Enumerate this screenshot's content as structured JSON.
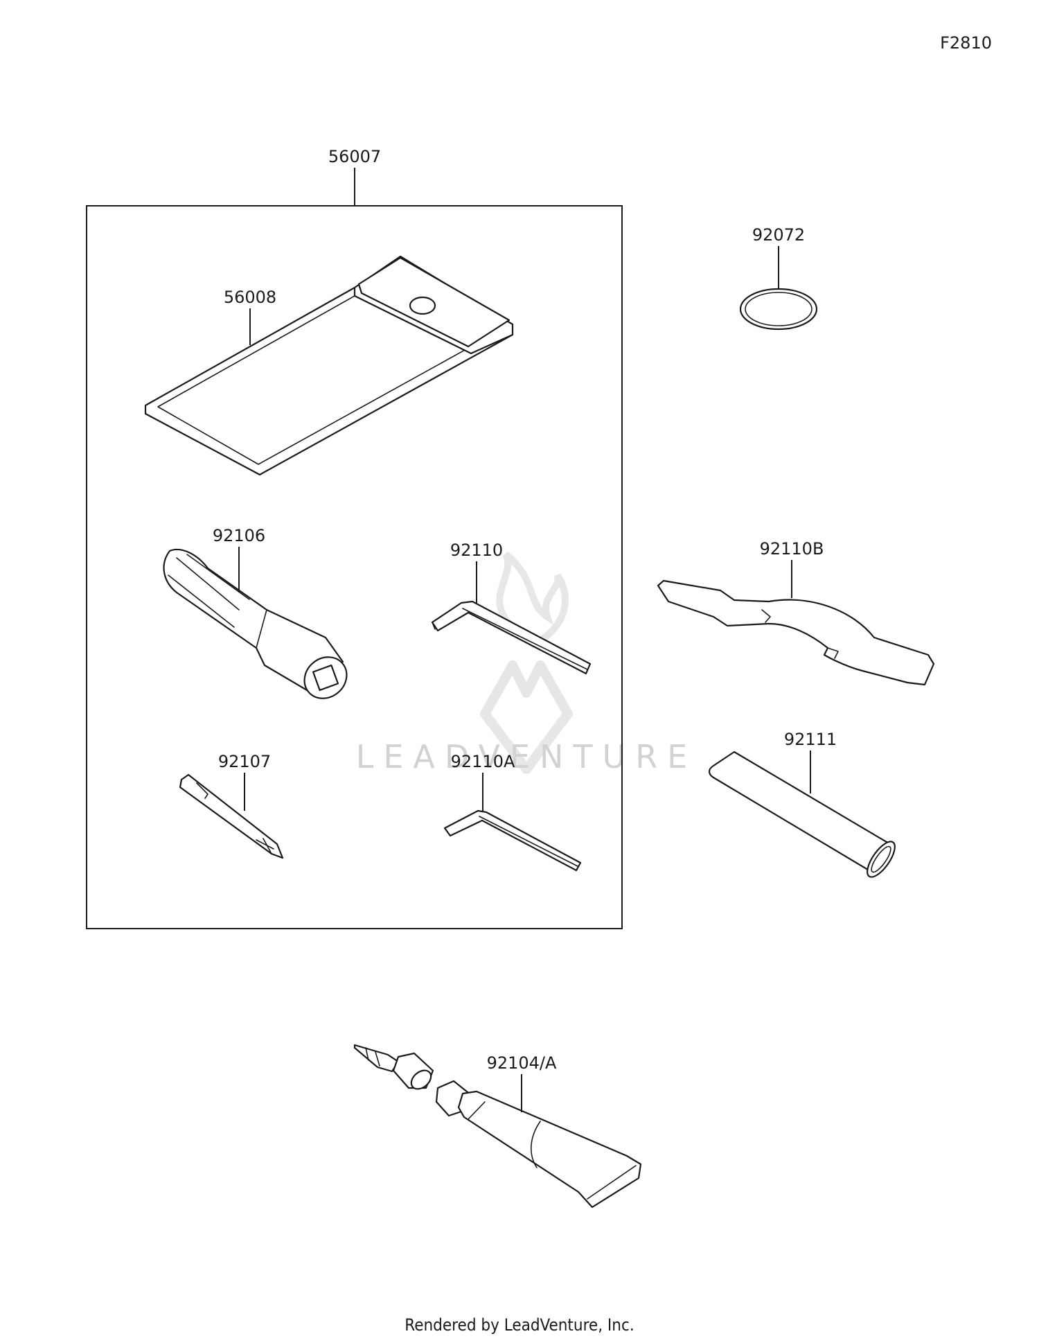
{
  "figure_id": "F2810",
  "kit_label": "56007",
  "parts": {
    "tool_bag": "56008",
    "o_ring": "92072",
    "socket_handle": "92106",
    "hex_wrench": "92110",
    "hook_wrench": "92110B",
    "screwdriver_bit": "92107",
    "hex_wrench_small": "92110A",
    "extension_pipe": "92111",
    "grease_tube": "92104/A"
  },
  "watermark": "LEADVENTURE",
  "footer": "Rendered by LeadVenture, Inc."
}
